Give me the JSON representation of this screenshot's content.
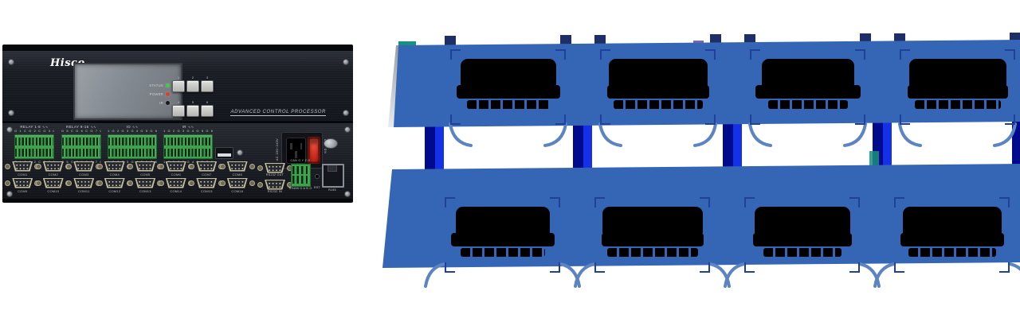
{
  "device": {
    "brand": "Hisco",
    "tagline": "ADVANCED CONTROL PROCESSOR",
    "front": {
      "indicators": [
        {
          "label": "STATUS",
          "color": "#39d23c"
        },
        {
          "label": "POWER",
          "color": "#e8392a"
        },
        {
          "label": "IR",
          "color": "#17191d"
        }
      ],
      "buttons": [
        "1",
        "2",
        "3",
        "4",
        "5",
        "6"
      ]
    },
    "rear": {
      "terminal_blocks": [
        {
          "label": "RELAY 1-8",
          "pins": "G 1 C G 2 C G 3 C G 4 C"
        },
        {
          "label": "RELAY 9-16",
          "pins": "G 5 C G 6 C G 7 C G 8 C"
        },
        {
          "label": "IO",
          "pins": "1 G 2 G 3 G 4 G 5 G 6 G 7 G 8 G"
        },
        {
          "label": "IR",
          "pins": "1 G 2 G 3 G 4 G 5 G 6 G 7 G 8 G"
        }
      ],
      "com_ports_top": [
        "COM1",
        "COM2",
        "COM3",
        "COM4",
        "COM5",
        "COM6",
        "COM7",
        "COM8"
      ],
      "com_ports_bottom": [
        "COM9",
        "COM10",
        "COM11",
        "COM12",
        "COM13",
        "COM14",
        "COM15",
        "COM16"
      ],
      "power_label": "AC 100~240V",
      "switch_label": "OFF ON",
      "ports": {
        "rs232_out": "RS232 OUT",
        "rs232_in": "RS232 IN",
        "can": "CAN G Y Z G",
        "rs485": "RS485 G A B G",
        "rst": "RST",
        "rj45": "RJ45"
      }
    }
  },
  "features": {
    "banner_color": "#3566b5",
    "link_navy": "#000a8c",
    "link_blue": "#1430e8",
    "arc_color": "#5d84c2",
    "bracket_color": "#21409a",
    "cards_row1": [
      {
        "mask": [
          120,
          130,
          104
        ]
      },
      {
        "mask": [
          124,
          128,
          112
        ]
      },
      {
        "mask": [
          116,
          132,
          100
        ]
      },
      {
        "mask": [
          122,
          126,
          108
        ]
      }
    ],
    "cards_row2": [
      {
        "mask": [
          118,
          130,
          106
        ]
      },
      {
        "mask": [
          126,
          128,
          114
        ]
      },
      {
        "mask": [
          120,
          124,
          98
        ]
      },
      {
        "mask": [
          124,
          130,
          110
        ]
      }
    ]
  },
  "icons": {
    "relay_wave": "∿∿"
  }
}
